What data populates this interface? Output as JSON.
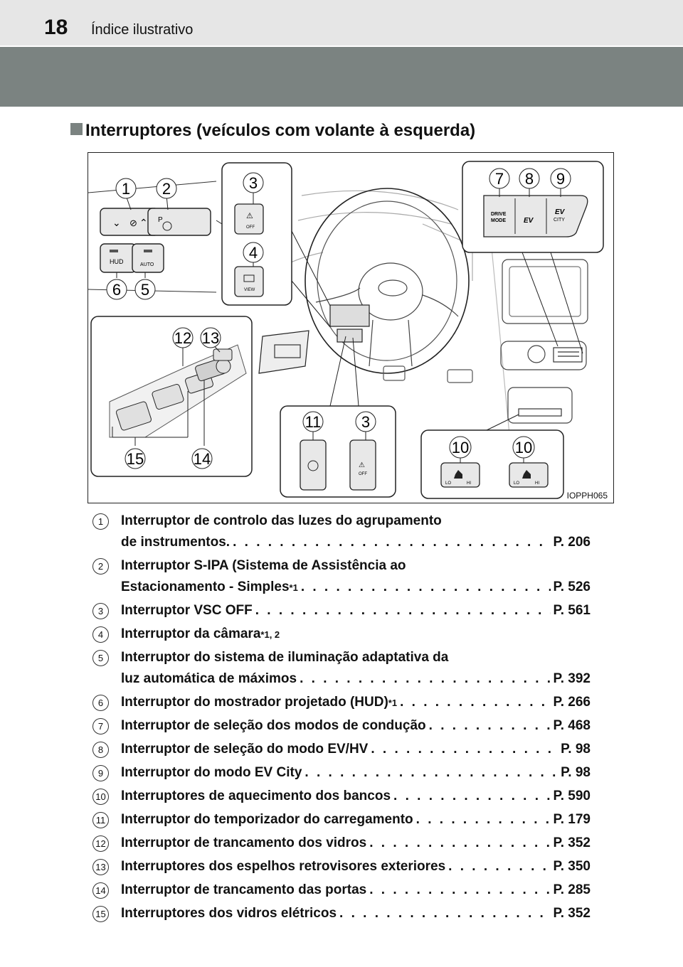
{
  "header": {
    "page_number": "18",
    "chapter_title": "Índice ilustrativo"
  },
  "section_title": "Interruptores (veículos com volante à esquerda)",
  "figure": {
    "code": "IOPPH065",
    "callouts": [
      "1",
      "2",
      "3",
      "4",
      "5",
      "6",
      "7",
      "8",
      "9",
      "10",
      "11",
      "12",
      "13",
      "14",
      "15"
    ],
    "switch_text": {
      "hud": "HUD",
      "auto": "AUTO",
      "off": "OFF",
      "view": "VIEW",
      "drive_mode_1": "DRIVE",
      "drive_mode_2": "MODE",
      "ev_logo": "EV",
      "city": "CITY",
      "lo": "LO",
      "hi": "HI",
      "p": "P"
    }
  },
  "items": [
    {
      "num": "1",
      "lines": [
        "Interruptor de controlo das luzes do agrupamento",
        "de instrumentos."
      ],
      "sup": "",
      "ref": "P. 206"
    },
    {
      "num": "2",
      "lines": [
        "Interruptor S-IPA (Sistema de Assistência ao",
        "Estacionamento - Simples"
      ],
      "sup": "*1",
      "ref": "P. 526"
    },
    {
      "num": "3",
      "lines": [
        "Interruptor VSC OFF"
      ],
      "sup": "",
      "ref": "P. 561"
    },
    {
      "num": "4",
      "lines": [
        "Interruptor da câmara"
      ],
      "sup": "*1, 2",
      "ref": ""
    },
    {
      "num": "5",
      "lines": [
        "Interruptor do sistema de iluminação adaptativa da",
        "luz automática de máximos"
      ],
      "sup": "",
      "ref": "P. 392"
    },
    {
      "num": "6",
      "lines": [
        "Interruptor do mostrador projetado (HUD)"
      ],
      "sup": "*1",
      "ref": "P. 266"
    },
    {
      "num": "7",
      "lines": [
        "Interruptor de seleção dos modos de condução"
      ],
      "sup": "",
      "ref": "P. 468"
    },
    {
      "num": "8",
      "lines": [
        "Interruptor de seleção do modo EV/HV"
      ],
      "sup": "",
      "ref": "P. 98"
    },
    {
      "num": "9",
      "lines": [
        "Interruptor do modo EV City"
      ],
      "sup": "",
      "ref": "P. 98"
    },
    {
      "num": "10",
      "lines": [
        "Interruptores de aquecimento dos bancos"
      ],
      "sup": "",
      "ref": "P. 590"
    },
    {
      "num": "11",
      "lines": [
        "Interruptor do temporizador do carregamento"
      ],
      "sup": "",
      "ref": "P. 179"
    },
    {
      "num": "12",
      "lines": [
        "Interruptor de trancamento dos vidros"
      ],
      "sup": "",
      "ref": "P. 352"
    },
    {
      "num": "13",
      "lines": [
        "Interruptores dos espelhos retrovisores exteriores"
      ],
      "sup": "",
      "ref": "P. 350"
    },
    {
      "num": "14",
      "lines": [
        "Interruptor de trancamento das portas"
      ],
      "sup": "",
      "ref": "P. 285"
    },
    {
      "num": "15",
      "lines": [
        "Interruptores dos vidros elétricos"
      ],
      "sup": "",
      "ref": "P. 352"
    }
  ],
  "colors": {
    "header_band": "#7b8381",
    "header_bar": "#e6e6e6"
  }
}
